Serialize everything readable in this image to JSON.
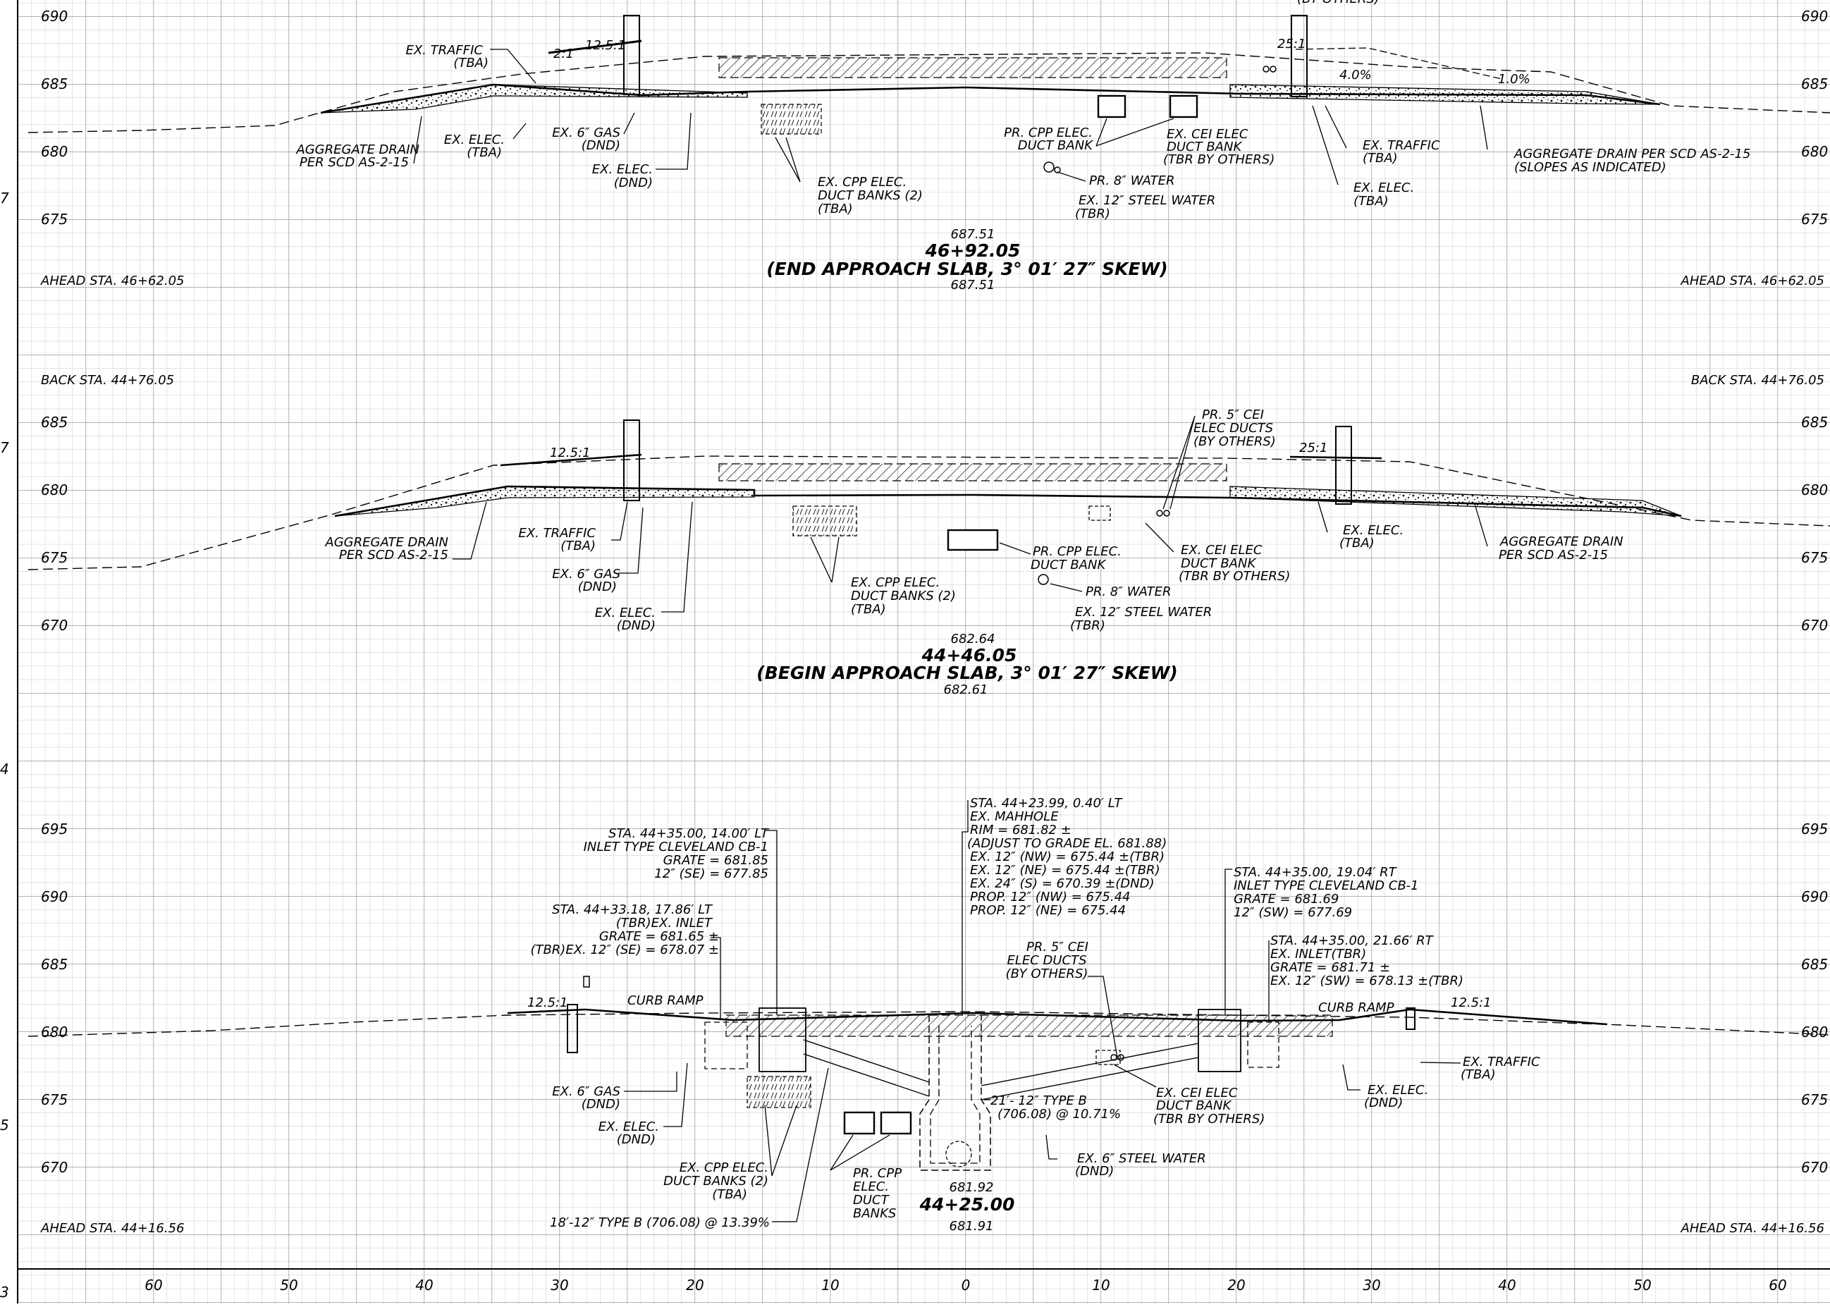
{
  "sections": [
    {
      "id": "s1",
      "elev_left": [
        "690",
        "685",
        "680",
        "675"
      ],
      "elev_right": [
        "690",
        "685",
        "680",
        "675"
      ],
      "left_station": "AHEAD STA. 46+62.05",
      "right_station": "AHEAD STA. 46+62.05",
      "top_elev": "687.51",
      "station": "46+92.05",
      "desc": "(END APPROACH SLAB, 3° 01′ 27″ SKEW)",
      "bottom_elev": "687.51",
      "labels": {
        "l1": "EX. TRAFFIC",
        "l1b": "(TBA)",
        "l2": "AGGREGATE DRAIN",
        "l2b": "PER SCD AS-2-15",
        "l3": "EX. ELEC.",
        "l3b": "(TBA)",
        "l4": "EX. 6″ GAS",
        "l4b": "(DND)",
        "l5": "EX. ELEC.",
        "l5b": "(DND)",
        "l6": "EX. CPP ELEC.",
        "l6b": "DUCT BANKS (2)",
        "l6c": "(TBA)",
        "l7": "PR. CPP ELEC.",
        "l7b": "DUCT BANK",
        "l8": "EX. CEI ELEC",
        "l8b": "DUCT BANK",
        "l8c": "(TBR BY OTHERS)",
        "l9": "PR. 8″ WATER",
        "l10": "EX. 12″ STEEL WATER",
        "l10b": "(TBR)",
        "l11": "EX. TRAFFIC",
        "l11b": "(TBA)",
        "l12": "EX. ELEC.",
        "l12b": "(TBA)",
        "l13": "AGGREGATE DRAIN PER SCD AS-2-15",
        "l13b": "(SLOPES AS INDICATED)",
        "l14": "(BY OTHERS)",
        "slope1": "2:1",
        "slope2": "12.5:1",
        "slope3": "25:1",
        "slope4": "4.0%",
        "slope5": "1.0%"
      }
    },
    {
      "id": "s2",
      "elev_left": [
        "685",
        "680",
        "675",
        "670"
      ],
      "elev_right": [
        "685",
        "680",
        "675",
        "670"
      ],
      "left_station_top": "BACK STA. 44+76.05",
      "right_station_top": "BACK STA. 44+76.05",
      "top_elev": "682.64",
      "station": "44+46.05",
      "desc": "(BEGIN APPROACH SLAB, 3° 01′ 27″ SKEW)",
      "bottom_elev": "682.61",
      "labels": {
        "l1": "AGGREGATE DRAIN",
        "l1b": "PER SCD AS-2-15",
        "l2": "EX. TRAFFIC",
        "l2b": "(TBA)",
        "l3": "EX. 6″ GAS",
        "l3b": "(DND)",
        "l4": "EX. ELEC.",
        "l4b": "(DND)",
        "l5": "EX. CPP ELEC.",
        "l5b": "DUCT BANKS (2)",
        "l5c": "(TBA)",
        "l6": "PR. CPP ELEC.",
        "l6b": "DUCT BANK",
        "l7": "PR. 8″ WATER",
        "l8": "EX. 12″ STEEL WATER",
        "l8b": "(TBR)",
        "l9": "EX. CEI ELEC",
        "l9b": "DUCT BANK",
        "l9c": "(TBR BY OTHERS)",
        "l10": "PR. 5″ CEI",
        "l10b": "ELEC DUCTS",
        "l10c": "(BY OTHERS)",
        "l11": "EX. ELEC.",
        "l11b": "(TBA)",
        "l12": "AGGREGATE DRAIN",
        "l12b": "PER SCD AS-2-15",
        "slope1": "12.5:1",
        "slope2": "25:1"
      }
    },
    {
      "id": "s3",
      "elev_left": [
        "695",
        "690",
        "685",
        "680",
        "675",
        "670"
      ],
      "elev_right": [
        "695",
        "690",
        "685",
        "680",
        "675",
        "670"
      ],
      "left_station": "AHEAD STA. 44+16.56",
      "right_station": "AHEAD STA. 44+16.56",
      "top_elev": "681.92",
      "station": "44+25.00",
      "bottom_elev": "681.91",
      "manhole": [
        "STA. 44+23.99, 0.40′ LT",
        "EX. MAHHOLE",
        "RIM = 681.82 ±",
        "(ADJUST TO GRADE EL. 681.88)",
        "EX. 12″ (NW) = 675.44 ±(TBR)",
        "EX. 12″ (NE) = 675.44 ±(TBR)",
        "EX. 24″ (S) = 670.39 ±(DND)",
        "PROP. 12″ (NW) = 675.44",
        "PROP. 12″ (NE) = 675.44"
      ],
      "inlet_lt": [
        "STA. 44+35.00, 14.00′ LT",
        "INLET TYPE CLEVELAND CB-1",
        "GRATE = 681.85",
        "12″ (SE) = 677.85"
      ],
      "ex_inlet_lt": [
        "STA. 44+33.18, 17.86′ LT",
        "(TBR)EX. INLET",
        "GRATE = 681.65 ±",
        "(TBR)EX. 12″  (SE) = 678.07 ±"
      ],
      "inlet_rt": [
        "STA. 44+35.00, 19.04′ RT",
        "INLET TYPE CLEVELAND CB-1",
        "GRATE = 681.69",
        "12″ (SW) = 677.69"
      ],
      "ex_inlet_rt": [
        "STA. 44+35.00, 21.66′ RT",
        "EX. INLET(TBR)",
        "GRATE = 681.71 ±",
        "EX. 12″  (SW) = 678.13 ±(TBR)"
      ],
      "labels": {
        "cei": "PR. 5″ CEI",
        "ceib": "ELEC DUCTS",
        "ceic": "(BY OTHERS)",
        "slope_l": "12.5:1",
        "slope_r": "12.5:1",
        "curb_l": "CURB RAMP",
        "curb_r": "CURB RAMP",
        "gas": "EX. 6″ GAS",
        "gasb": "(DND)",
        "elec": "EX. ELEC.",
        "elecb": "(DND)",
        "cpp": "EX. CPP ELEC.",
        "cppb": "DUCT BANKS (2)",
        "cppc": "(TBA)",
        "pcpp": "PR. CPP",
        "pcppb": "ELEC.",
        "pcppc": "DUCT",
        "pcppd": "BANKS",
        "pipe_l": "18′-12″ TYPE B (706.08) @ 13.39%",
        "pipe_r": "21′- 12″ TYPE B",
        "pipe_rb": "(706.08) @ 10.71%",
        "water": "EX. 6″ STEEL WATER",
        "waterb": "(DND)",
        "cei2": "EX. CEI ELEC",
        "cei2b": "DUCT BANK",
        "cei2c": "(TBR BY OTHERS)",
        "elec_r": "EX. ELEC.",
        "elec_rb": "(DND)",
        "traffic": "EX. TRAFFIC",
        "trafficb": "(TBA)"
      }
    }
  ],
  "x_axis": [
    "60",
    "50",
    "40",
    "30",
    "20",
    "10",
    "0",
    "10",
    "20",
    "30",
    "40",
    "50",
    "60"
  ],
  "margin_marks": [
    "7",
    "7",
    "4",
    "5",
    "3"
  ],
  "top_cut": "(BY OTHERS)"
}
